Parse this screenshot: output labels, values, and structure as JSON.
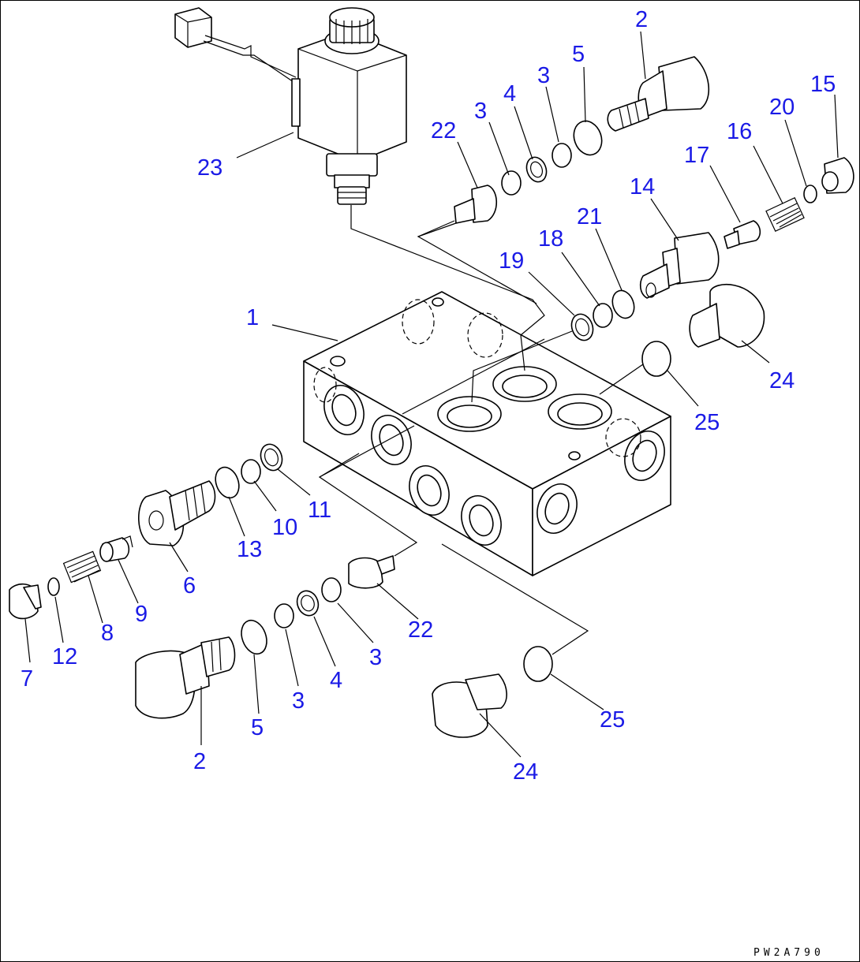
{
  "diagram": {
    "drawing_code": "PW2A790",
    "label_color": "#1a1ae6",
    "line_color": "#000000",
    "callouts": [
      {
        "id": "c1",
        "text": "1"
      },
      {
        "id": "c2a",
        "text": "2"
      },
      {
        "id": "c2b",
        "text": "2"
      },
      {
        "id": "c3a",
        "text": "3"
      },
      {
        "id": "c3b",
        "text": "3"
      },
      {
        "id": "c3c",
        "text": "3"
      },
      {
        "id": "c3d",
        "text": "3"
      },
      {
        "id": "c4a",
        "text": "4"
      },
      {
        "id": "c4b",
        "text": "4"
      },
      {
        "id": "c5a",
        "text": "5"
      },
      {
        "id": "c5b",
        "text": "5"
      },
      {
        "id": "c6",
        "text": "6"
      },
      {
        "id": "c7",
        "text": "7"
      },
      {
        "id": "c8",
        "text": "8"
      },
      {
        "id": "c9",
        "text": "9"
      },
      {
        "id": "c10",
        "text": "10"
      },
      {
        "id": "c11",
        "text": "11"
      },
      {
        "id": "c12",
        "text": "12"
      },
      {
        "id": "c13",
        "text": "13"
      },
      {
        "id": "c14",
        "text": "14"
      },
      {
        "id": "c15",
        "text": "15"
      },
      {
        "id": "c16",
        "text": "16"
      },
      {
        "id": "c17",
        "text": "17"
      },
      {
        "id": "c18",
        "text": "18"
      },
      {
        "id": "c19",
        "text": "19"
      },
      {
        "id": "c20",
        "text": "20"
      },
      {
        "id": "c21",
        "text": "21"
      },
      {
        "id": "c22a",
        "text": "22"
      },
      {
        "id": "c22b",
        "text": "22"
      },
      {
        "id": "c23",
        "text": "23"
      },
      {
        "id": "c24a",
        "text": "24"
      },
      {
        "id": "c24b",
        "text": "24"
      },
      {
        "id": "c25a",
        "text": "25"
      },
      {
        "id": "c25b",
        "text": "25"
      }
    ]
  }
}
